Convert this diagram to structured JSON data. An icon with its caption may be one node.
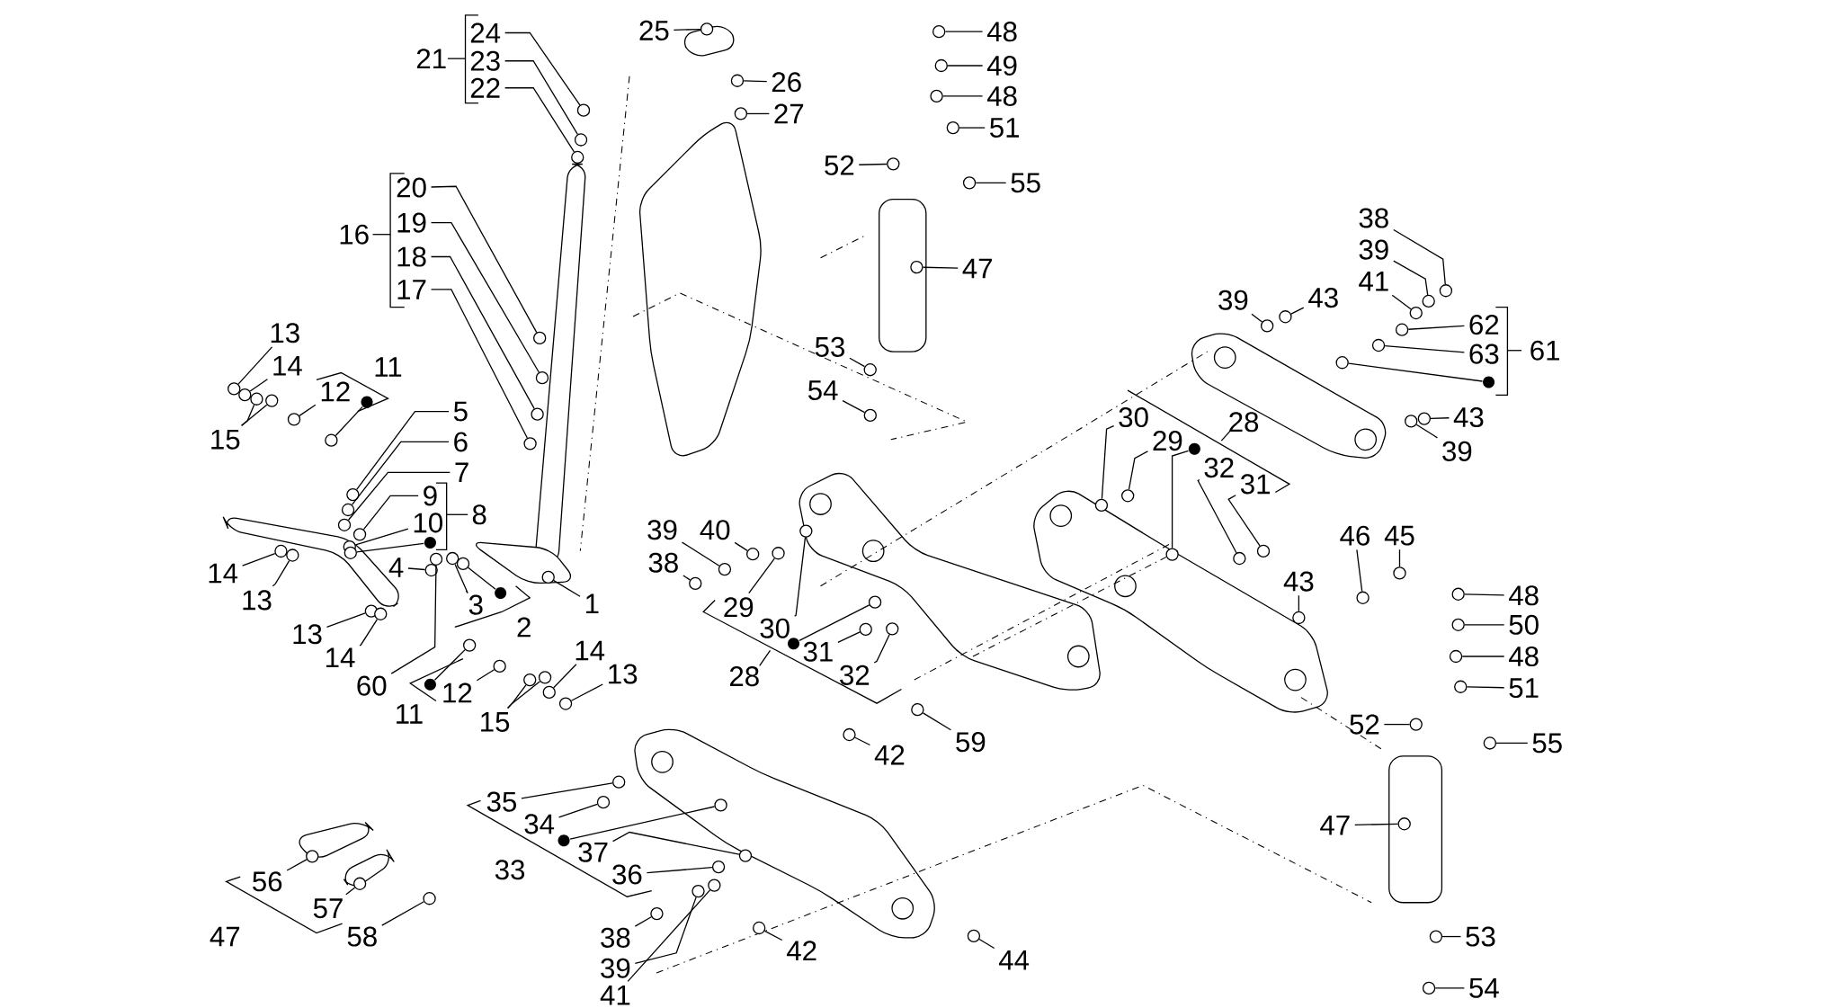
{
  "diagram": {
    "nodes": [
      {
        "text": [
          "24"
        ]
      },
      {
        "text": [
          "23"
        ]
      },
      {
        "text": [
          "22"
        ]
      },
      {
        "text": [
          "25"
        ]
      },
      {
        "text": [
          "26"
        ]
      },
      {
        "text": [
          "27"
        ]
      },
      {
        "text": [
          "48"
        ]
      },
      {
        "text": [
          "49"
        ]
      },
      {
        "text": [
          "48"
        ]
      },
      {
        "text": [
          "51"
        ]
      },
      {
        "text": [
          "52"
        ]
      },
      {
        "text": [
          "55"
        ]
      },
      {
        "text": [
          "20"
        ]
      },
      {
        "text": [
          "19"
        ]
      },
      {
        "text": [
          "38"
        ]
      },
      {
        "text": [
          "18"
        ]
      },
      {
        "text": [
          "47"
        ]
      },
      {
        "text": [
          "39"
        ]
      },
      {
        "text": [
          "41"
        ]
      },
      {
        "text": [
          "17"
        ]
      },
      {
        "text": [
          "39"
        ]
      },
      {
        "text": [
          "43"
        ]
      },
      {
        "text": [
          "62"
        ]
      },
      {
        "text": [
          "13"
        ]
      },
      {
        "text": [
          "53"
        ]
      },
      {
        "text": [
          "63"
        ]
      },
      {
        "text": [
          "14"
        ]
      },
      {
        "text": [
          "12"
        ]
      },
      {
        "text": [
          "54"
        ]
      },
      {
        "text": [
          "5"
        ]
      },
      {
        "text": [
          "43"
        ]
      },
      {
        "text": [
          "30"
        ]
      },
      {
        "text": [
          "29"
        ]
      },
      {
        "text": [
          "15"
        ]
      },
      {
        "text": [
          "6"
        ]
      },
      {
        "text": [
          "39"
        ]
      },
      {
        "text": [
          "32"
        ]
      },
      {
        "text": [
          "7"
        ]
      },
      {
        "text": [
          "31"
        ]
      },
      {
        "text": [
          "9"
        ]
      },
      {
        "text": [
          "10"
        ]
      },
      {
        "text": [
          "39"
        ]
      },
      {
        "text": [
          "40"
        ]
      },
      {
        "text": [
          "46"
        ]
      },
      {
        "text": [
          "45"
        ]
      },
      {
        "text": [
          "38"
        ]
      },
      {
        "text": [
          "4"
        ]
      },
      {
        "text": [
          "14"
        ]
      },
      {
        "text": [
          "43"
        ]
      },
      {
        "text": [
          "48"
        ]
      },
      {
        "text": [
          "13"
        ]
      },
      {
        "text": [
          "3"
        ]
      },
      {
        "text": [
          "1"
        ]
      },
      {
        "text": [
          "29"
        ]
      },
      {
        "text": [
          "50"
        ]
      },
      {
        "text": [
          "30"
        ]
      },
      {
        "text": [
          "13"
        ]
      },
      {
        "text": [
          "31"
        ]
      },
      {
        "text": [
          "14"
        ]
      },
      {
        "text": [
          "48"
        ]
      },
      {
        "text": [
          "14"
        ]
      },
      {
        "text": [
          "13"
        ]
      },
      {
        "text": [
          "32"
        ]
      },
      {
        "text": [
          "60"
        ]
      },
      {
        "text": [
          "12"
        ]
      },
      {
        "text": [
          "51"
        ]
      },
      {
        "text": [
          "15"
        ]
      },
      {
        "text": [
          "52"
        ]
      },
      {
        "text": [
          "55"
        ]
      },
      {
        "text": [
          "59"
        ]
      },
      {
        "text": [
          "42"
        ]
      },
      {
        "text": [
          "35"
        ]
      },
      {
        "text": [
          "34"
        ]
      },
      {
        "text": [
          "47"
        ]
      },
      {
        "text": [
          "37"
        ]
      },
      {
        "text": [
          "36"
        ]
      },
      {
        "text": [
          "56"
        ]
      },
      {
        "text": [
          "57"
        ]
      },
      {
        "text": [
          "58"
        ]
      },
      {
        "text": [
          "38"
        ]
      },
      {
        "text": [
          "53"
        ]
      },
      {
        "text": [
          "42"
        ]
      },
      {
        "text": [
          "44"
        ]
      },
      {
        "text": [
          "39"
        ]
      },
      {
        "text": [
          "54"
        ]
      },
      {
        "text": [
          "41"
        ]
      },
      {
        "text": [],
        "shape": "circle"
      },
      {
        "text": [],
        "shape": "circle"
      },
      {
        "text": [],
        "shape": "circle"
      },
      {
        "text": [],
        "shape": "circle"
      },
      {
        "text": [],
        "shape": "circle"
      },
      {
        "text": [],
        "shape": "circle"
      },
      {
        "text": [],
        "shape": "circle"
      },
      {
        "text": [],
        "shape": "circle"
      },
      {
        "text": [],
        "shape": "circle"
      },
      {
        "text": [],
        "shape": "circle"
      },
      {
        "text": [],
        "shape": "circle"
      },
      {
        "text": [],
        "shape": "circle"
      },
      {
        "text": [],
        "shape": "circle"
      },
      {
        "text": [],
        "shape": "circle"
      },
      {
        "text": [],
        "shape": "circle"
      },
      {
        "text": [],
        "shape": "circle"
      },
      {
        "text": [],
        "shape": "circle"
      },
      {
        "text": [],
        "shape": "circle"
      },
      {
        "text": [],
        "shape": "circle"
      },
      {
        "text": [],
        "shape": "circle"
      },
      {
        "text": [],
        "shape": "circle"
      },
      {
        "text": [],
        "shape": "circle"
      },
      {
        "text": [],
        "shape": "circle"
      },
      {
        "text": [],
        "shape": "circle"
      },
      {
        "text": [],
        "shape": "circle"
      },
      {
        "text": [],
        "shape": "circle"
      },
      {
        "text": [],
        "shape": "circle"
      },
      {
        "text": [],
        "shape": "circle"
      },
      {
        "text": [],
        "shape": "circle"
      },
      {
        "text": [],
        "shape": "circle"
      },
      {
        "text": [],
        "shape": "circle"
      },
      {
        "text": [],
        "shape": "circle"
      },
      {
        "text": [],
        "shape": "circle"
      },
      {
        "text": [],
        "shape": "circle"
      },
      {
        "text": [],
        "shape": "circle"
      },
      {
        "text": [],
        "shape": "circle"
      },
      {
        "text": [],
        "shape": "circle"
      },
      {
        "text": [],
        "shape": "circle"
      },
      {
        "text": [],
        "shape": "circle"
      },
      {
        "text": [],
        "shape": "circle"
      },
      {
        "text": [],
        "shape": "circle"
      },
      {
        "text": [],
        "shape": "circle"
      },
      {
        "text": [],
        "shape": "circle"
      },
      {
        "text": [],
        "shape": "circle"
      },
      {
        "text": [],
        "shape": "circle"
      },
      {
        "text": [],
        "shape": "circle"
      },
      {
        "text": [],
        "shape": "circle"
      },
      {
        "text": [],
        "shape": "circle"
      },
      {
        "text": [],
        "shape": "circle"
      },
      {
        "text": [],
        "shape": "circle"
      },
      {
        "text": [],
        "shape": "circle"
      },
      {
        "text": [],
        "shape": "circle"
      },
      {
        "text": [],
        "shape": "circle"
      },
      {
        "text": [],
        "shape": "circle"
      },
      {
        "text": [],
        "shape": "circle"
      },
      {
        "text": [],
        "shape": "circle"
      },
      {
        "text": [],
        "shape": "circle"
      },
      {
        "text": [],
        "shape": "circle"
      },
      {
        "text": [],
        "shape": "circle"
      },
      {
        "text": [],
        "shape": "circle"
      },
      {
        "text": [],
        "shape": "circle"
      },
      {
        "text": [],
        "shape": "circle"
      },
      {
        "text": [],
        "shape": "circle"
      },
      {
        "text": [],
        "shape": "circle"
      },
      {
        "text": [],
        "shape": "circle"
      },
      {
        "text": [],
        "shape": "circle"
      },
      {
        "text": [],
        "shape": "circle"
      },
      {
        "text": [],
        "shape": "circle"
      },
      {
        "text": [],
        "shape": "circle"
      },
      {
        "text": [],
        "shape": "circle"
      },
      {
        "text": [],
        "shape": "circle"
      },
      {
        "text": [],
        "shape": "circle"
      },
      {
        "text": [],
        "shape": "circle"
      },
      {
        "text": [],
        "shape": "circle"
      },
      {
        "text": [],
        "shape": "circle"
      },
      {
        "text": [],
        "shape": "circle"
      },
      {
        "text": [],
        "shape": "circle"
      },
      {
        "text": [],
        "shape": "circle"
      },
      {
        "text": [],
        "shape": "circle"
      },
      {
        "text": [],
        "shape": "circle"
      },
      {
        "text": [],
        "shape": "circle"
      },
      {
        "text": [],
        "shape": "circle"
      },
      {
        "text": [],
        "shape": "circle"
      },
      {
        "text": [],
        "shape": "circle"
      },
      {
        "text": [],
        "shape": "circle"
      },
      {
        "text": [],
        "shape": "circle"
      },
      {
        "text": [],
        "shape": "circle"
      },
      {
        "text": [],
        "shape": "circle"
      },
      {
        "text": [],
        "shape": "circle"
      },
      {
        "text": [],
        "shape": "circle"
      },
      {
        "text": [],
        "shape": "circle"
      },
      {
        "text": [],
        "shape": "circle"
      },
      {
        "text": [],
        "shape": "circle"
      },
      {
        "text": [],
        "shape": "circle"
      },
      {
        "text": [],
        "shape": "circle"
      },
      {
        "text": [],
        "shape": "circle"
      },
      {
        "text": [],
        "shape": "circle"
      },
      {
        "text": [],
        "shape": "circle"
      },
      {
        "text": [],
        "shape": "circle"
      },
      {
        "text": [],
        "shape": "circle"
      },
      {
        "text": [],
        "shape": "circle"
      },
      {
        "text": [],
        "shape": "circle"
      },
      {
        "text": [],
        "shape": "circle"
      },
      {
        "text": [],
        "shape": "circle"
      }
    ],
    "edges": [
      {
        "from": 0,
        "to": 94,
        "arrow": "none"
      },
      {
        "from": 1,
        "to": 95,
        "arrow": "none"
      },
      {
        "from": 2,
        "to": 96,
        "arrow": "none"
      },
      {
        "from": 3,
        "to": 97,
        "arrow": "none"
      },
      {
        "from": 4,
        "to": 98,
        "arrow": "none"
      },
      {
        "from": 5,
        "to": 99,
        "arrow": "none"
      },
      {
        "from": 6,
        "to": 100,
        "arrow": "none"
      },
      {
        "from": 7,
        "to": 101,
        "arrow": "none"
      },
      {
        "from": 8,
        "to": 102,
        "arrow": "none"
      },
      {
        "from": 9,
        "to": 103,
        "arrow": "none"
      },
      {
        "from": 10,
        "to": 104,
        "arrow": "none"
      },
      {
        "from": 11,
        "to": 105,
        "arrow": "none"
      },
      {
        "from": 12,
        "to": 106,
        "arrow": "none"
      },
      {
        "from": 13,
        "to": 107,
        "arrow": "none"
      },
      {
        "from": 14,
        "to": 108,
        "arrow": "none"
      },
      {
        "from": 15,
        "to": 109,
        "arrow": "none"
      },
      {
        "from": 16,
        "to": 110,
        "arrow": "none"
      },
      {
        "from": 17,
        "to": 111,
        "arrow": "none"
      },
      {
        "from": 18,
        "to": 112,
        "arrow": "none"
      },
      {
        "from": 19,
        "to": 113,
        "arrow": "none"
      },
      {
        "from": 20,
        "to": 114,
        "arrow": "none"
      },
      {
        "from": 21,
        "to": 115,
        "arrow": "none"
      },
      {
        "from": 22,
        "to": 116,
        "arrow": "none"
      },
      {
        "from": 23,
        "to": 117,
        "arrow": "none"
      },
      {
        "from": 24,
        "to": 118,
        "arrow": "none"
      },
      {
        "from": 25,
        "to": 119,
        "arrow": "none"
      },
      {
        "from": 26,
        "to": 120,
        "arrow": "none"
      },
      {
        "from": 27,
        "to": 121,
        "arrow": "none"
      },
      {
        "from": 28,
        "to": 122,
        "arrow": "none"
      },
      {
        "from": 29,
        "to": 123,
        "arrow": "none"
      },
      {
        "from": 30,
        "to": 124,
        "arrow": "none"
      },
      {
        "from": 31,
        "to": 125,
        "arrow": "none"
      },
      {
        "from": 32,
        "to": 126,
        "arrow": "none"
      },
      {
        "from": 33,
        "to": 127,
        "arrow": "none"
      },
      {
        "from": 33,
        "to": 128,
        "arrow": "none"
      },
      {
        "from": 34,
        "to": 129,
        "arrow": "none"
      },
      {
        "from": 35,
        "to": 130,
        "arrow": "none"
      },
      {
        "from": 36,
        "to": 131,
        "arrow": "none"
      },
      {
        "from": 37,
        "to": 132,
        "arrow": "none"
      },
      {
        "from": 38,
        "to": 133,
        "arrow": "none"
      },
      {
        "from": 39,
        "to": 134,
        "arrow": "none"
      },
      {
        "from": 40,
        "to": 135,
        "arrow": "none"
      },
      {
        "from": 41,
        "to": 136,
        "arrow": "none"
      },
      {
        "from": 42,
        "to": 137,
        "arrow": "none"
      },
      {
        "from": 43,
        "to": 138,
        "arrow": "none"
      },
      {
        "from": 44,
        "to": 139,
        "arrow": "none"
      },
      {
        "from": 45,
        "to": 140,
        "arrow": "none"
      },
      {
        "from": 46,
        "to": 141,
        "arrow": "none"
      },
      {
        "from": 47,
        "to": 142,
        "arrow": "none"
      },
      {
        "from": 48,
        "to": 143,
        "arrow": "none"
      },
      {
        "from": 49,
        "to": 144,
        "arrow": "none"
      },
      {
        "from": 50,
        "to": 145,
        "arrow": "none"
      },
      {
        "from": 51,
        "to": 146,
        "arrow": "none"
      },
      {
        "from": 52,
        "to": 147,
        "arrow": "none"
      },
      {
        "from": 53,
        "to": 148,
        "arrow": "none"
      },
      {
        "from": 54,
        "to": 149,
        "arrow": "none"
      },
      {
        "from": 55,
        "to": 150,
        "arrow": "none"
      },
      {
        "from": 56,
        "to": 151,
        "arrow": "none"
      },
      {
        "from": 57,
        "to": 152,
        "arrow": "none"
      },
      {
        "from": 58,
        "to": 153,
        "arrow": "none"
      },
      {
        "from": 59,
        "to": 154,
        "arrow": "none"
      },
      {
        "from": 60,
        "to": 155,
        "arrow": "none"
      },
      {
        "from": 61,
        "to": 156,
        "arrow": "none"
      },
      {
        "from": 62,
        "to": 157,
        "arrow": "none"
      },
      {
        "from": 63,
        "to": 158,
        "arrow": "none"
      },
      {
        "from": 64,
        "to": 159,
        "arrow": "none"
      },
      {
        "from": 65,
        "to": 160,
        "arrow": "none"
      },
      {
        "from": 66,
        "to": 161,
        "arrow": "none"
      },
      {
        "from": 66,
        "to": 162,
        "arrow": "none"
      },
      {
        "from": 67,
        "to": 163,
        "arrow": "none"
      },
      {
        "from": 68,
        "to": 164,
        "arrow": "none"
      },
      {
        "from": 69,
        "to": 165,
        "arrow": "none"
      },
      {
        "from": 70,
        "to": 166,
        "arrow": "none"
      },
      {
        "from": 71,
        "to": 167,
        "arrow": "none"
      },
      {
        "from": 72,
        "to": 168,
        "arrow": "none"
      },
      {
        "from": 73,
        "to": 169,
        "arrow": "none"
      },
      {
        "from": 74,
        "to": 170,
        "arrow": "none"
      },
      {
        "from": 75,
        "to": 171,
        "arrow": "none"
      },
      {
        "from": 76,
        "to": 172,
        "arrow": "none"
      },
      {
        "from": 77,
        "to": 173,
        "arrow": "none"
      },
      {
        "from": 78,
        "to": 174,
        "arrow": "none"
      },
      {
        "from": 79,
        "to": 175,
        "arrow": "none"
      },
      {
        "from": 80,
        "to": 176,
        "arrow": "none"
      },
      {
        "from": 81,
        "to": 177,
        "arrow": "none"
      },
      {
        "from": 82,
        "to": 178,
        "arrow": "none"
      },
      {
        "from": 83,
        "to": 179,
        "arrow": "none"
      },
      {
        "from": 84,
        "to": 180,
        "arrow": "none"
      },
      {
        "from": 85,
        "to": 181,
        "arrow": "none"
      },
      {
        "from": 86,
        "to": 182,
        "arrow": "none"
      },
      {
        "from": 87,
        "to": 183,
        "arrow": "none"
      },
      {
        "from": 88,
        "to": 184,
        "arrow": "none"
      },
      {
        "from": 89,
        "to": 185,
        "arrow": "none"
      },
      {
        "from": 90,
        "to": 186,
        "arrow": "none"
      },
      {
        "from": 91,
        "to": 187,
        "arrow": "none"
      },
      {
        "from": 92,
        "to": 188,
        "arrow": "none"
      },
      {
        "from": 93,
        "to": 189,
        "arrow": "none"
      }
    ],
    "labels": [
      "21",
      "16",
      "61",
      "11",
      "28",
      "8",
      "2",
      "28",
      "11",
      "33",
      "47"
    ]
  }
}
